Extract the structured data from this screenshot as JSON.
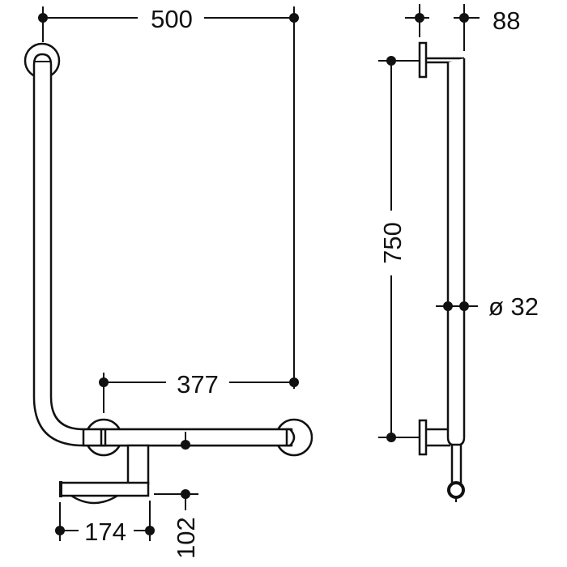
{
  "dimensions": {
    "width_overall": "500",
    "width_lower_bar": "377",
    "holder_length": "174",
    "holder_drop": "102",
    "height": "750",
    "projection": "88",
    "diameter": "ø 32"
  }
}
